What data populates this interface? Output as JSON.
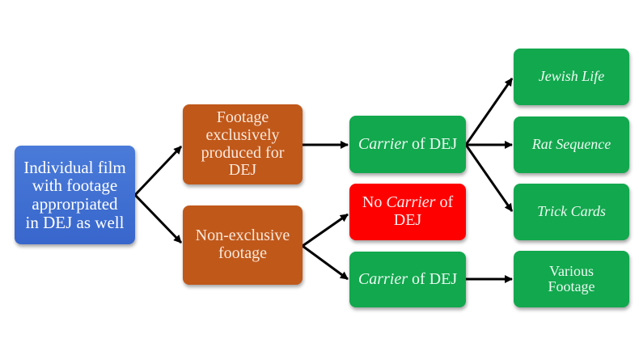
{
  "diagram": {
    "type": "flowchart",
    "nodes": [
      {
        "id": "source",
        "color": "#3c6dd0",
        "lines": [
          "Individual film",
          "with footage",
          "approrpiated",
          "in DEJ as well"
        ]
      },
      {
        "id": "exclusive",
        "color": "#c0581a",
        "lines": [
          "Footage",
          "exclusively",
          "produced for",
          "DEJ"
        ]
      },
      {
        "id": "nonexclusive",
        "color": "#c0581a",
        "lines": [
          "Non-exclusive",
          "footage"
        ]
      },
      {
        "id": "carrier1",
        "color": "#12a84e",
        "italic": "Carrier",
        "rest": " of DEJ"
      },
      {
        "id": "nocarrier",
        "color": "#ff0000",
        "prefix": "No ",
        "italic": "Carrier",
        "rest": " of",
        "line2": "DEJ"
      },
      {
        "id": "carrier2",
        "color": "#12a84e",
        "italic": "Carrier",
        "rest": " of DEJ"
      },
      {
        "id": "jewish_life",
        "color": "#12a84e",
        "label": "Jewish Life",
        "style": "italic"
      },
      {
        "id": "rat_sequence",
        "color": "#12a84e",
        "label": "Rat Sequence",
        "style": "italic"
      },
      {
        "id": "trick_cards",
        "color": "#12a84e",
        "label": "Trick Cards",
        "style": "italic"
      },
      {
        "id": "various_footage",
        "color": "#12a84e",
        "lines": [
          "Various",
          "Footage"
        ]
      }
    ],
    "edges": [
      {
        "from": "source",
        "to": "exclusive"
      },
      {
        "from": "source",
        "to": "nonexclusive"
      },
      {
        "from": "exclusive",
        "to": "carrier1"
      },
      {
        "from": "nonexclusive",
        "to": "nocarrier"
      },
      {
        "from": "nonexclusive",
        "to": "carrier2"
      },
      {
        "from": "carrier1",
        "to": "jewish_life"
      },
      {
        "from": "carrier1",
        "to": "rat_sequence"
      },
      {
        "from": "carrier1",
        "to": "trick_cards"
      },
      {
        "from": "carrier2",
        "to": "various_footage"
      }
    ]
  }
}
